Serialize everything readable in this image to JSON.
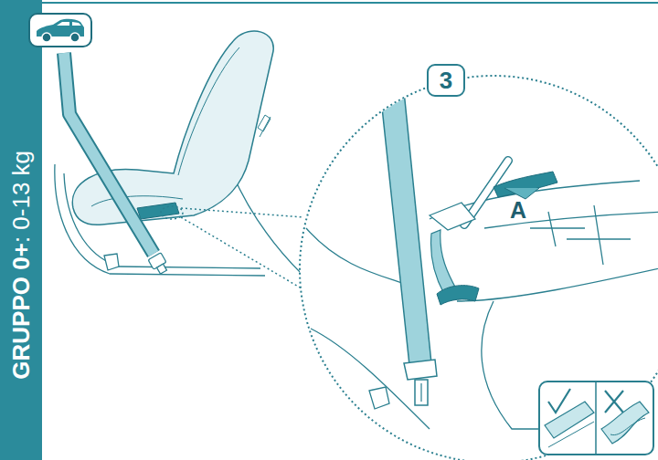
{
  "diagram": {
    "nodes": [
      {
        "text": [
          "GRUPPO 0+",
          ": 0-13 kg"
        ]
      },
      {
        "text": [
          "3"
        ]
      }
    ],
    "labels": [
      "A"
    ]
  }
}
